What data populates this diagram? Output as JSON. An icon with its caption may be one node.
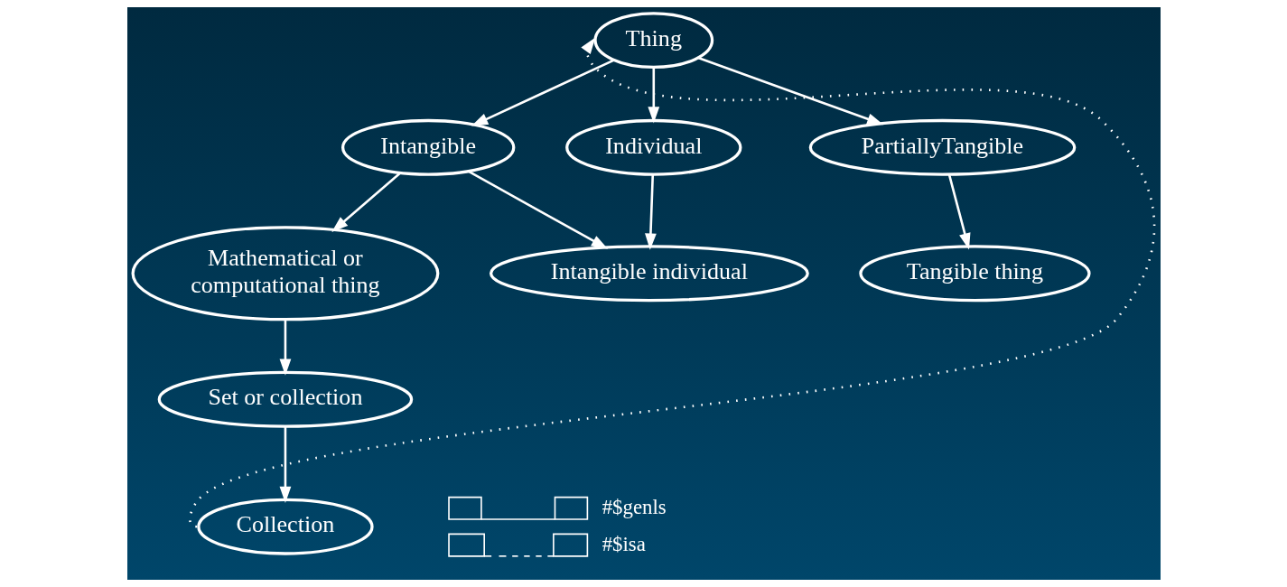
{
  "diagram": {
    "nodes": [
      {
        "text": [
          "Thing"
        ]
      },
      {
        "text": [
          "Intangible"
        ]
      },
      {
        "text": [
          "Individual"
        ]
      },
      {
        "text": [
          "PartiallyTangible"
        ]
      },
      {
        "text": [
          "Mathematical or computational thing"
        ]
      },
      {
        "text": [
          "Intangible individual"
        ]
      },
      {
        "text": [
          "Tangible thing"
        ]
      },
      {
        "text": [
          "Set or collection"
        ]
      },
      {
        "text": [
          "Collection"
        ]
      }
    ],
    "edges": [
      {
        "from": 0,
        "to": 1,
        "arrow": "to"
      },
      {
        "from": 0,
        "to": 2,
        "arrow": "to"
      },
      {
        "from": 0,
        "to": 3,
        "arrow": "to"
      },
      {
        "from": 1,
        "to": 4,
        "arrow": "to"
      },
      {
        "from": 1,
        "to": 5,
        "arrow": "to"
      },
      {
        "from": 2,
        "to": 5,
        "arrow": "to"
      },
      {
        "from": 3,
        "to": 6,
        "arrow": "to"
      },
      {
        "from": 4,
        "to": 7,
        "arrow": "to"
      },
      {
        "from": 7,
        "to": 8,
        "arrow": "to"
      },
      {
        "from": 8,
        "to": 0,
        "arrow": "to",
        "style": "dashed"
      }
    ],
    "legend": [
      {
        "text": "#$genls"
      },
      {
        "text": "#$isa"
      }
    ]
  }
}
